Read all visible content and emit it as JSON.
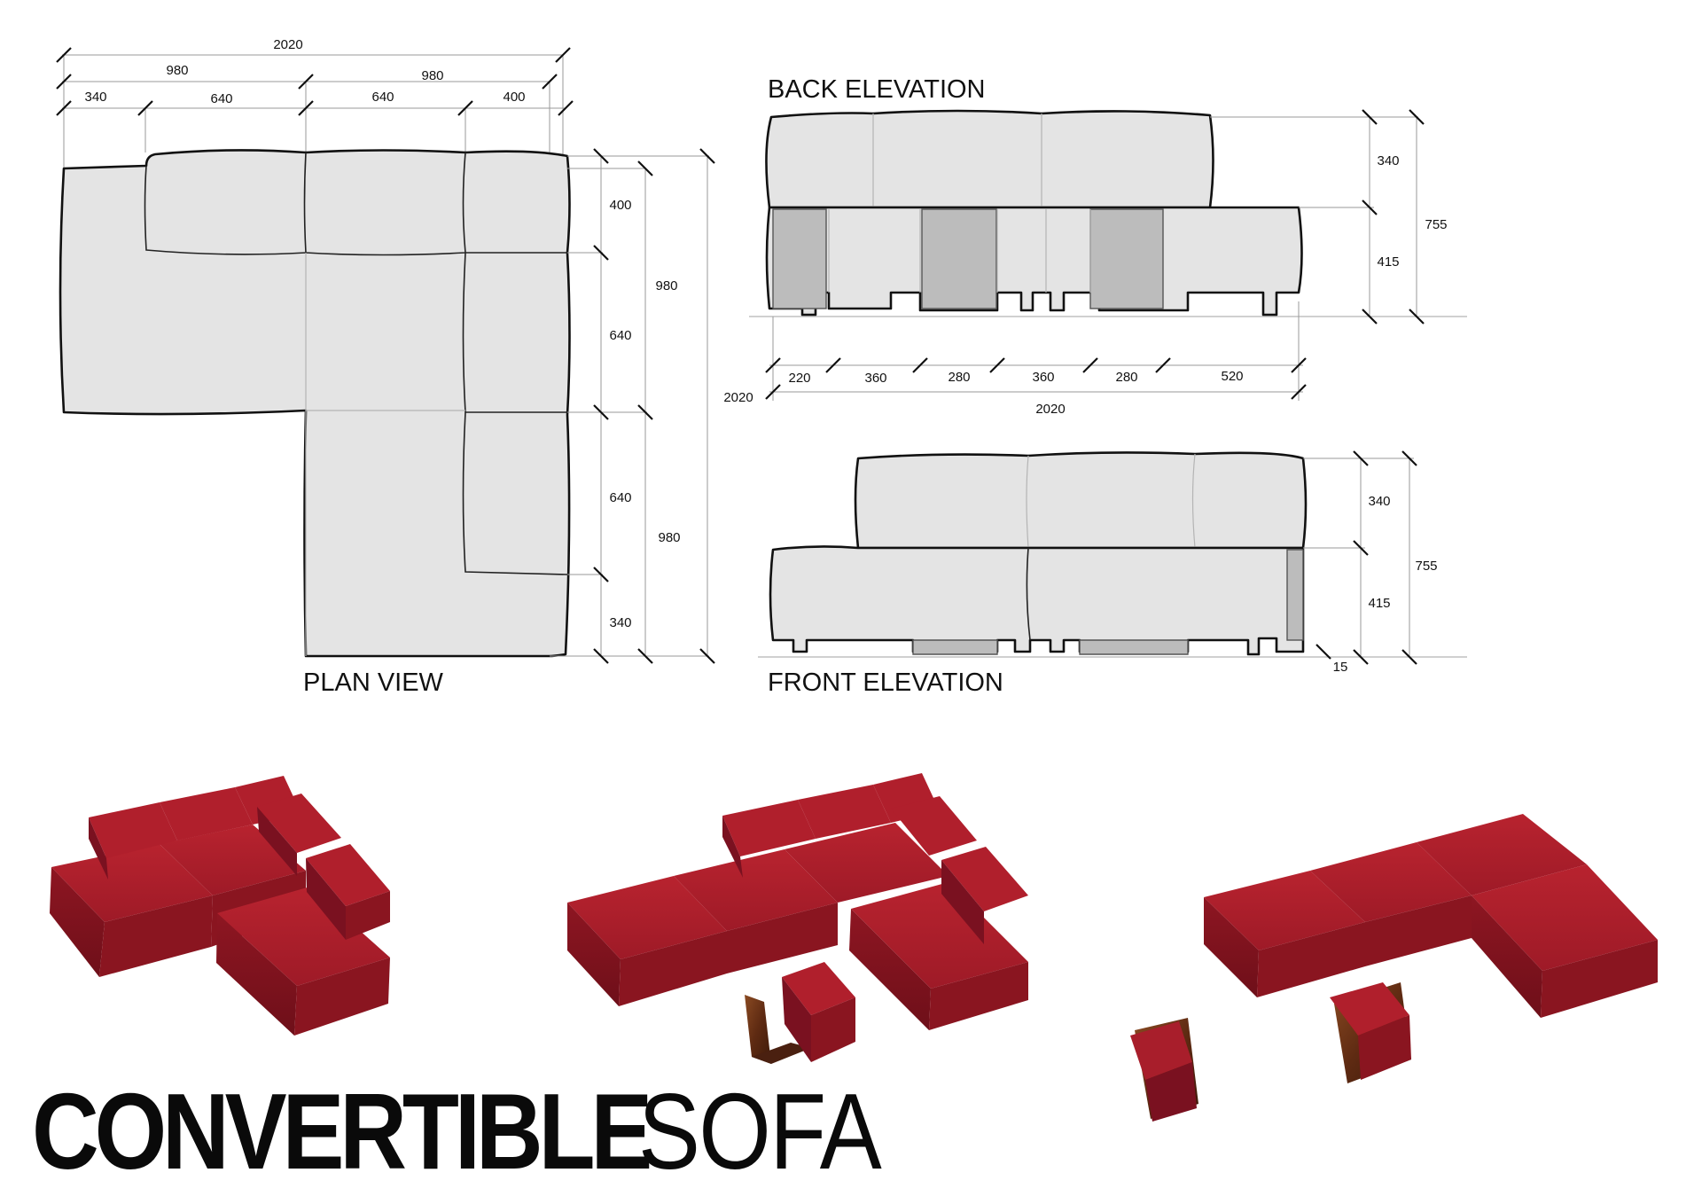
{
  "title": {
    "bold": "CONVERTIBLE",
    "light": "SOFA"
  },
  "headings": {
    "plan_view": "PLAN VIEW",
    "back_elevation": "BACK ELEVATION",
    "front_elevation": "FRONT ELEVATION"
  },
  "plan": {
    "top_total": "2020",
    "top_halves": [
      "980",
      "980"
    ],
    "top_modules": [
      "340",
      "640",
      "640",
      "400"
    ],
    "right_modules": [
      "400",
      "640",
      "640",
      "340"
    ],
    "right_halves": [
      "980",
      "980"
    ]
  },
  "back": {
    "heights": [
      "340",
      "415"
    ],
    "total_height": "755",
    "widths": [
      "220",
      "360",
      "280",
      "360",
      "280",
      "520"
    ],
    "total_width": "2020",
    "side_label": "2020"
  },
  "front": {
    "heights": [
      "340",
      "415"
    ],
    "total_height": "755",
    "foot_gap": "15"
  },
  "colors": {
    "upholstery": "#a41c2a",
    "upholstery_shade": "#7d1220",
    "wood": "#6b3418",
    "drawing_fill": "#e4e4e4"
  }
}
